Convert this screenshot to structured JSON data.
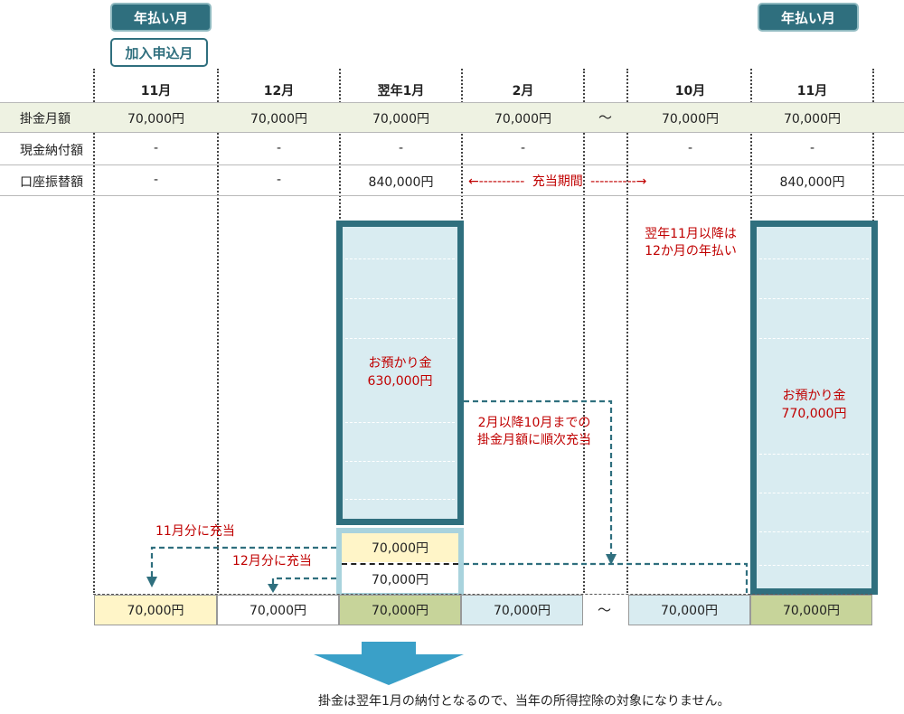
{
  "tags": {
    "left_annual": "年払い月",
    "enroll": "加入申込月",
    "right_annual": "年払い月"
  },
  "columns": [
    "11月",
    "12月",
    "翌年1月",
    "2月",
    "10月",
    "11月"
  ],
  "rows": {
    "monthly": {
      "label": "掛金月額",
      "values": [
        "70,000円",
        "70,000円",
        "70,000円",
        "70,000円",
        "70,000円",
        "70,000円"
      ],
      "tilde": "〜"
    },
    "cash": {
      "label": "現金納付額",
      "values": [
        "-",
        "-",
        "-",
        "-",
        "-",
        "-"
      ]
    },
    "transfer": {
      "label": "口座振替額",
      "values": [
        "-",
        "-",
        "840,000円",
        "840,000円"
      ]
    }
  },
  "period": {
    "arrow_left": "←----------",
    "label": "充当期間",
    "arrow_right": "----------→"
  },
  "deposit1": {
    "line1": "お預かり金",
    "line2": "630,000円"
  },
  "deposit2": {
    "line1": "お預かり金",
    "line2": "770,000円"
  },
  "note_right": {
    "line1": "翌年11月以降は",
    "line2": "12か月の年払い"
  },
  "note_mid": {
    "line1": "2月以降10月までの",
    "line2": "掛金月額に順次充当"
  },
  "note_nov": "11月分に充当",
  "note_dec": "12月分に充当",
  "stack": {
    "upper": "70,000円",
    "lower": "70,000円"
  },
  "bottom": {
    "cells": [
      "70,000円",
      "70,000円",
      "70,000円",
      "70,000円",
      "70,000円",
      "70,000円"
    ],
    "tilde": "〜"
  },
  "footer": "掛金は翌年1月の納付となるので、当年の所得控除の対象になりません。",
  "colors": {
    "teal": "#2f6f7e",
    "light_blue": "#d9ecf1",
    "light_yellow": "#fff5c8",
    "olive": "#c7d49a",
    "row_band": "#eef2e2",
    "red": "#c00000"
  },
  "icons": {
    "down_arrow": "down-arrow-icon"
  }
}
